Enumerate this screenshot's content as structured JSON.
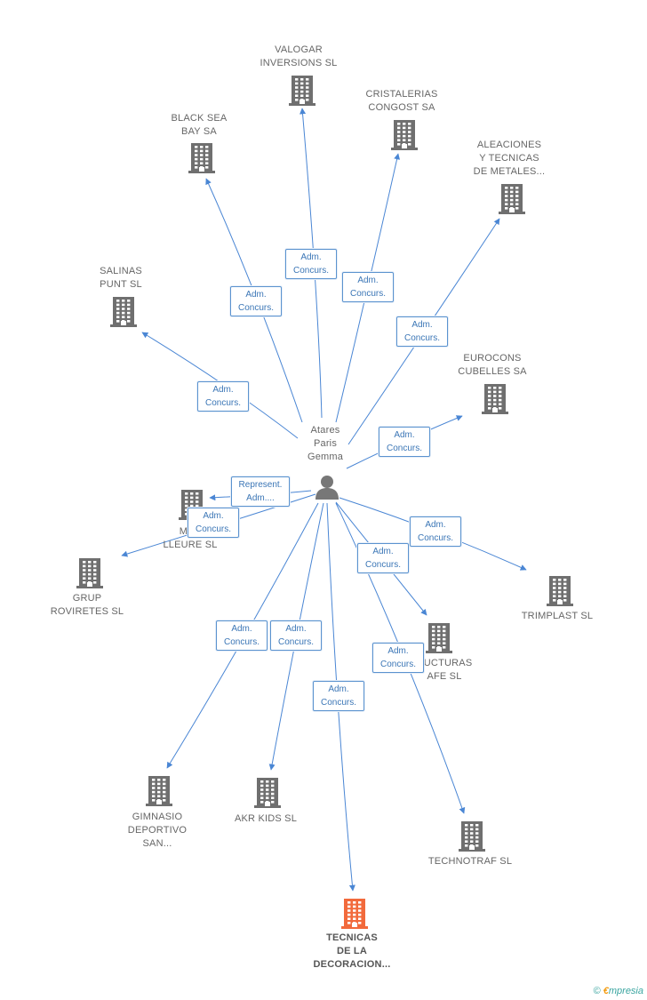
{
  "colors": {
    "edge": "#4a86d4",
    "building": "#6f6f6f",
    "building_main": "#f26a3c",
    "person": "#777777"
  },
  "center": {
    "name": "Atares\nParis\nGemma",
    "icon": "person-icon"
  },
  "companies": [
    {
      "id": "valogar",
      "name": "VALOGAR\nINVERSIONS SL"
    },
    {
      "id": "cristalerias",
      "name": "CRISTALERIAS\nCONGOST SA"
    },
    {
      "id": "blacksea",
      "name": "BLACK SEA\nBAY SA"
    },
    {
      "id": "aleaciones",
      "name": "ALEACIONES\nY TECNICAS\nDE METALES..."
    },
    {
      "id": "salinas",
      "name": "SALINAS\nPUNT  SL"
    },
    {
      "id": "eurocons",
      "name": "EUROCONS\nCUBELLES SA"
    },
    {
      "id": "meslleure",
      "name": "MES\nLLEURE SL"
    },
    {
      "id": "grup",
      "name": "GRUP\nROVIRETES SL"
    },
    {
      "id": "trimplast",
      "name": "TRIMPLAST SL"
    },
    {
      "id": "estructuras",
      "name": "RUCTURAS\nAFE SL"
    },
    {
      "id": "gimnasio",
      "name": "GIMNASIO\nDEPORTIVO\nSAN..."
    },
    {
      "id": "akr",
      "name": "AKR KIDS  SL"
    },
    {
      "id": "technotraf",
      "name": "TECHNOTRAF SL"
    },
    {
      "id": "tecnicas",
      "name": "TECNICAS\nDE LA\nDECORACION...",
      "main": true
    }
  ],
  "relations": [
    {
      "to": "valogar",
      "label": "Adm.\nConcurs."
    },
    {
      "to": "cristalerias",
      "label": "Adm.\nConcurs."
    },
    {
      "to": "blacksea",
      "label": "Adm.\nConcurs."
    },
    {
      "to": "aleaciones",
      "label": "Adm.\nConcurs."
    },
    {
      "to": "salinas",
      "label": "Adm.\nConcurs."
    },
    {
      "to": "eurocons",
      "label": "Adm.\nConcurs."
    },
    {
      "to": "meslleure",
      "label": "Represent.\nAdm...."
    },
    {
      "to": "grup",
      "label": "Adm.\nConcurs."
    },
    {
      "to": "trimplast",
      "label": "Adm.\nConcurs."
    },
    {
      "to": "estructuras",
      "label": "Adm.\nConcurs."
    },
    {
      "to": "gimnasio",
      "label": "Adm.\nConcurs."
    },
    {
      "to": "akr",
      "label": "Adm.\nConcurs."
    },
    {
      "to": "technotraf",
      "label": "Adm.\nConcurs."
    },
    {
      "to": "tecnicas",
      "label": "Adm.\nConcurs."
    }
  ],
  "footer": {
    "copyright": "©",
    "brand_first": "€",
    "brand_rest": "mpresia"
  }
}
